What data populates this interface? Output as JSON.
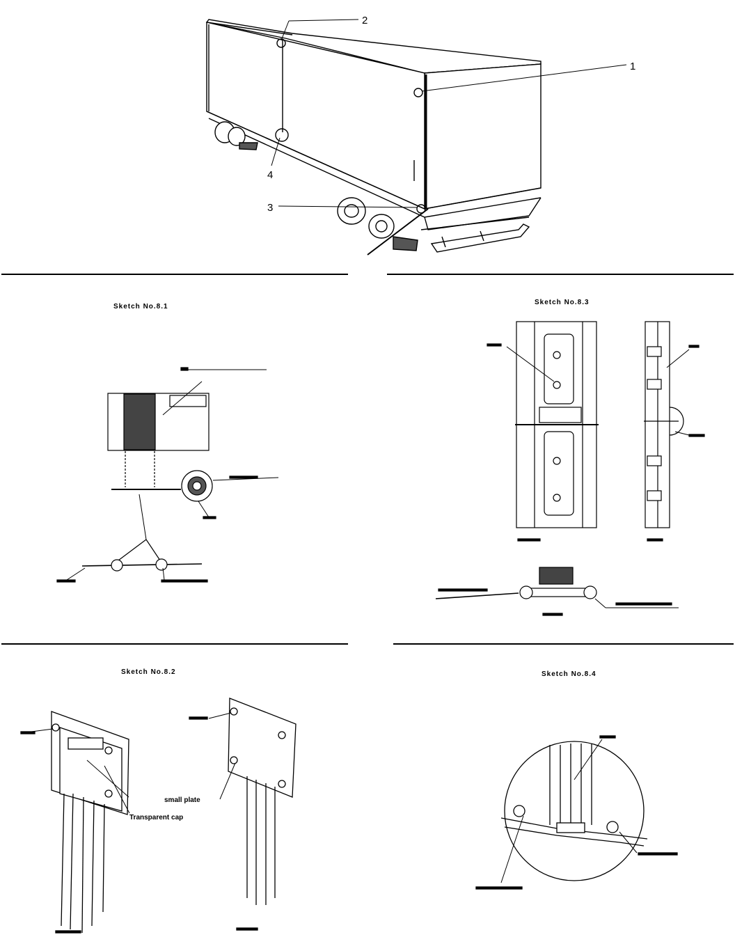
{
  "callouts": [
    "1",
    "2",
    "3",
    "4"
  ],
  "sketches": {
    "s1": {
      "title": "Sketch No.8.1"
    },
    "s2": {
      "title": "Sketch No.8.2"
    },
    "s3": {
      "title": "Sketch No.8.3"
    },
    "s4": {
      "title": "Sketch No.8.4"
    }
  },
  "labels": {
    "transparent_cap": "Transparent cap",
    "small_plate": "small plate"
  }
}
